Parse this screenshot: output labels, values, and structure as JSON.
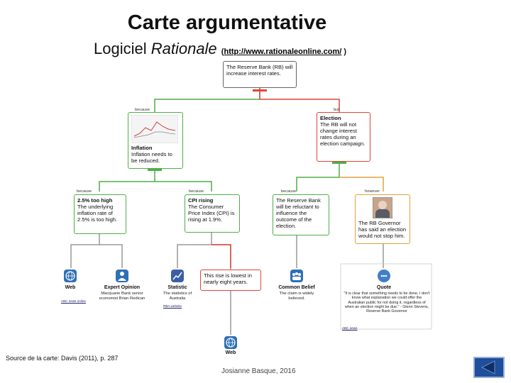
{
  "title": "Carte argumentative",
  "subtitle": {
    "prefix": "Logiciel ",
    "software": "Rationale",
    "link_open": "(",
    "link": "http://www.rationaleonline.com/",
    "link_close": " )"
  },
  "nodes": {
    "claim": "The Reserve Bank (RB) will increase interest rates.",
    "inflation": {
      "head": "Inflation",
      "text": "Inflation needs to be reduced."
    },
    "election": {
      "head": "Election",
      "text": "The RB will not change interest rates during an election campaign."
    },
    "too_high": {
      "head": "2.5% too high",
      "text": "The underlying inflation rate of 2.5% is too high."
    },
    "cpi": {
      "head": "CPI rising",
      "text": "The Consumer Price Index (CPI) is rising at 1.9%."
    },
    "reluctant": "The Reserve Bank will be reluctant to influence the outcome of the election.",
    "governor": "The RB Governor has said an election would not stop him.",
    "rise_lowest": "This rise is lowest in nearly eight years."
  },
  "tags": {
    "because": "because",
    "but": "but",
    "however": "however"
  },
  "icons": {
    "web1": {
      "icon": "globe-icon",
      "label": "Web",
      "link": "ABC news online"
    },
    "expert": {
      "icon": "person-icon",
      "label": "Expert Opinion",
      "text": "Macquarie Bank senior economist Brian Redican"
    },
    "statistic": {
      "icon": "chart-icon",
      "label": "Statistic",
      "text": "The statistics of Australia",
      "link": "RBA website"
    },
    "belief": {
      "icon": "group-icon",
      "label": "Common Belief",
      "text": "The claim is widely believed."
    },
    "quote": {
      "icon": "speech-icon",
      "label": "Quote",
      "text": "\"It is clear that something needs to be done, I don't know what explanation we could offer the Australian public for not doing it, regardless of when an election might be due.\" - Glenn Stevens, Reserve Bank Governor",
      "link": "ABC news"
    },
    "web2": {
      "icon": "globe-icon",
      "label": "Web"
    }
  },
  "colors": {
    "support": "#4fae47",
    "objection": "#e0443a",
    "rebuttal": "#e3a13a",
    "evidence": "#999999",
    "nav": "#1f4e9a"
  },
  "footer": {
    "source": "Source de la carte: Davis (2011), p. 287",
    "author": "Josianne Basque, 2016"
  },
  "nav": {
    "icon": "back-arrow-icon"
  }
}
